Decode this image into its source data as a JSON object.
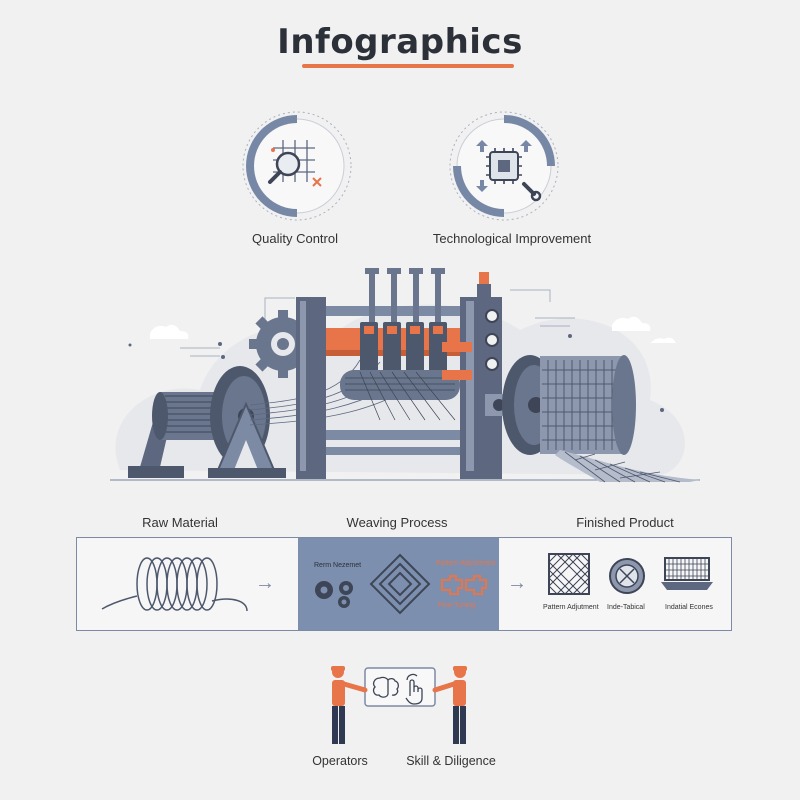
{
  "header": {
    "title": "Infographics"
  },
  "top_badges": [
    {
      "label": "Quality Control",
      "icon": "magnifier-mesh-icon"
    },
    {
      "label": "Technological Improvement",
      "icon": "chip-arrows-wrench-icon"
    }
  ],
  "steps": {
    "raw": "Raw Material",
    "weaving": "Weaving Process",
    "finished": "Finished Product"
  },
  "weaving_panel": {
    "left_caption": "Rerm Nezemet",
    "right_caption_top": "Pattern Adjustment",
    "right_caption_bottom": "Fine-Tuning"
  },
  "products": [
    {
      "label": "Pattern Adjutment"
    },
    {
      "label": "Inde-Tabical"
    },
    {
      "label": "Indatial Econes"
    }
  ],
  "bottom": {
    "left": "Operators",
    "right": "Skill & Diligence"
  },
  "colors": {
    "accent": "#e8754a",
    "steel": "#5d6880",
    "steel_light": "#8d98ae",
    "panel": "#7d8fae",
    "background": "#f1f1f1"
  }
}
